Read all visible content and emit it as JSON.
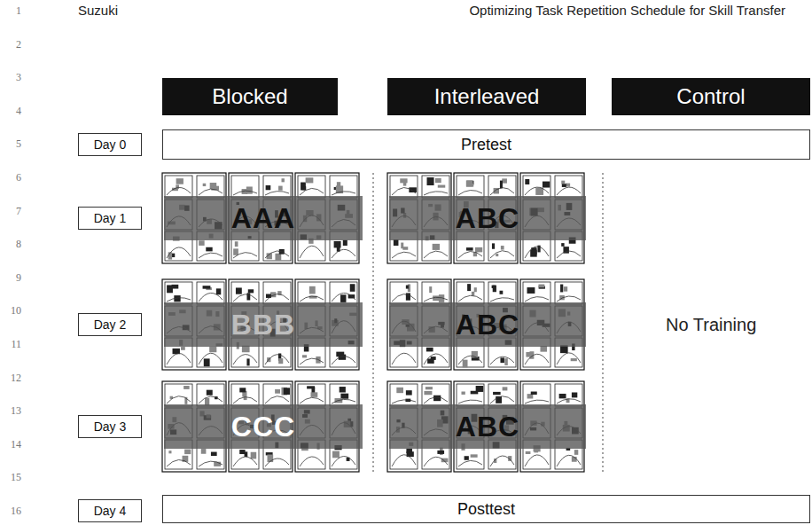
{
  "diagram": {
    "nodes": [
      {
        "text": [
          "Blocked"
        ]
      },
      {
        "text": [
          "Interleaved"
        ]
      },
      {
        "text": [
          "Control"
        ]
      },
      {
        "text": [
          "Day 0"
        ]
      },
      {
        "text": [
          "Pretest"
        ]
      },
      {
        "text": [
          "Day 1"
        ]
      },
      {
        "text": [
          "AAA"
        ]
      },
      {
        "text": [
          "ABC"
        ]
      },
      {
        "text": [
          "Day 2"
        ]
      },
      {
        "text": [
          "BBB"
        ]
      },
      {
        "text": [
          "ABC"
        ]
      },
      {
        "text": [
          "Day 3"
        ]
      },
      {
        "text": [
          "CCC"
        ]
      },
      {
        "text": [
          "ABC"
        ]
      },
      {
        "text": [
          "Day 4"
        ]
      },
      {
        "text": [
          "Posttest"
        ]
      }
    ],
    "labels": [
      "Suzuki",
      "Optimizing Task Repetition Schedule for Skill Transfer",
      "1",
      "2",
      "3",
      "4",
      "5",
      "6",
      "7",
      "8",
      "9",
      "10",
      "11",
      "12",
      "13",
      "14",
      "15",
      "16",
      "No Training"
    ]
  }
}
